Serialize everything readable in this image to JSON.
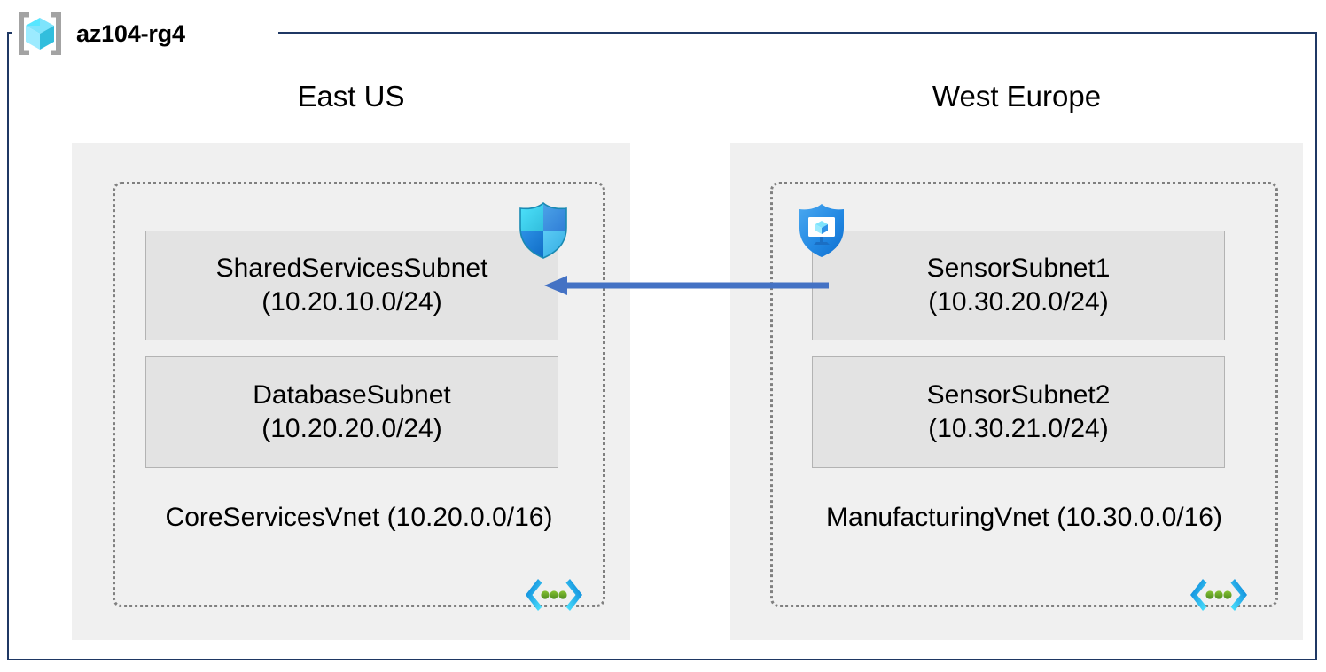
{
  "resource_group": {
    "name": "az104-rg4",
    "icon": "resource-group-cube-icon",
    "border_color": "#1F3864"
  },
  "regions": [
    {
      "id": "east-us",
      "label": "East US",
      "background": "#f0f0f0",
      "vnet": {
        "name": "CoreServicesVnet",
        "cidr": "(10.20.0.0/16)",
        "icon": "virtual-network-icon",
        "subnets": [
          {
            "name": "SharedServicesSubnet",
            "cidr": "(10.20.10.0/24)",
            "icon": "network-security-group-shield-icon"
          },
          {
            "name": "DatabaseSubnet",
            "cidr": "(10.20.20.0/24)",
            "icon": null
          }
        ]
      }
    },
    {
      "id": "west-europe",
      "label": "West Europe",
      "background": "#f0f0f0",
      "vnet": {
        "name": "ManufacturingVnet",
        "cidr": "(10.30.0.0/16)",
        "icon": "virtual-network-icon",
        "subnets": [
          {
            "name": "SensorSubnet1",
            "cidr": "(10.30.20.0/24)",
            "icon": "defender-monitor-shield-icon"
          },
          {
            "name": "SensorSubnet2",
            "cidr": "(10.30.21.0/24)",
            "icon": null
          }
        ]
      }
    }
  ],
  "connection": {
    "name": "vnet-peering-arrow",
    "direction": "right-to-left",
    "from": "SensorSubnet1",
    "to": "SharedServicesSubnet",
    "color": "#4472C4",
    "label": ""
  },
  "palette": {
    "frame": "#1F3864",
    "region_fill": "#f0f0f0",
    "subnet_fill": "#e3e3e3",
    "subnet_border": "#b3b3b3",
    "vnet_border": "#808080",
    "arrow": "#4472C4",
    "azure_blue": "#0078D4",
    "azure_cyan": "#50E6FF"
  }
}
